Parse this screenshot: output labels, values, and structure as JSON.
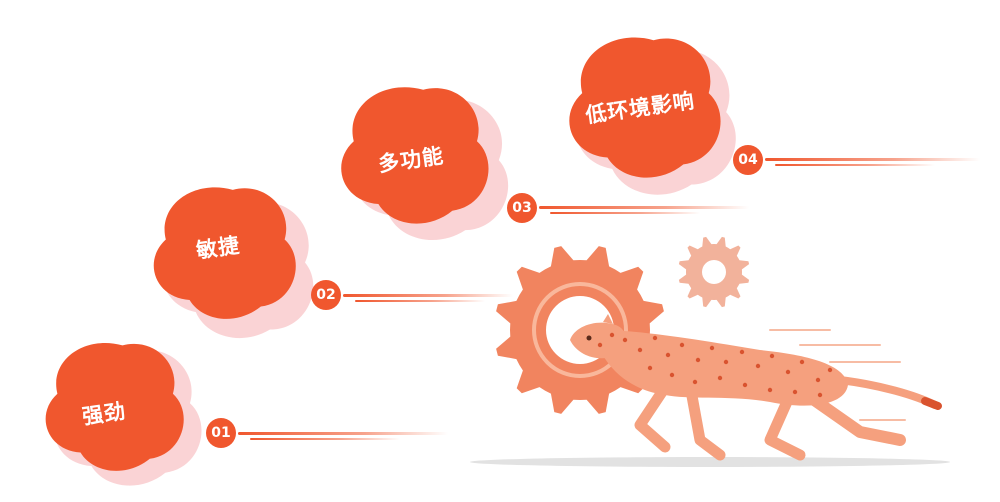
{
  "steps": [
    {
      "number": "01",
      "label": "强劲"
    },
    {
      "number": "02",
      "label": "敏捷"
    },
    {
      "number": "03",
      "label": "多功能"
    },
    {
      "number": "04",
      "label": "低环境影响"
    }
  ],
  "colors": {
    "primary": "#f0572e",
    "pink_shadow": "#f9c8cb",
    "gear_main": "#f1845f",
    "gear_small": "#f2b29b",
    "cheetah": "#f5a07e",
    "spots": "#d9532f",
    "ground": "#d8d8d8"
  },
  "icons": [
    "gear-icon",
    "cheetah-icon"
  ]
}
